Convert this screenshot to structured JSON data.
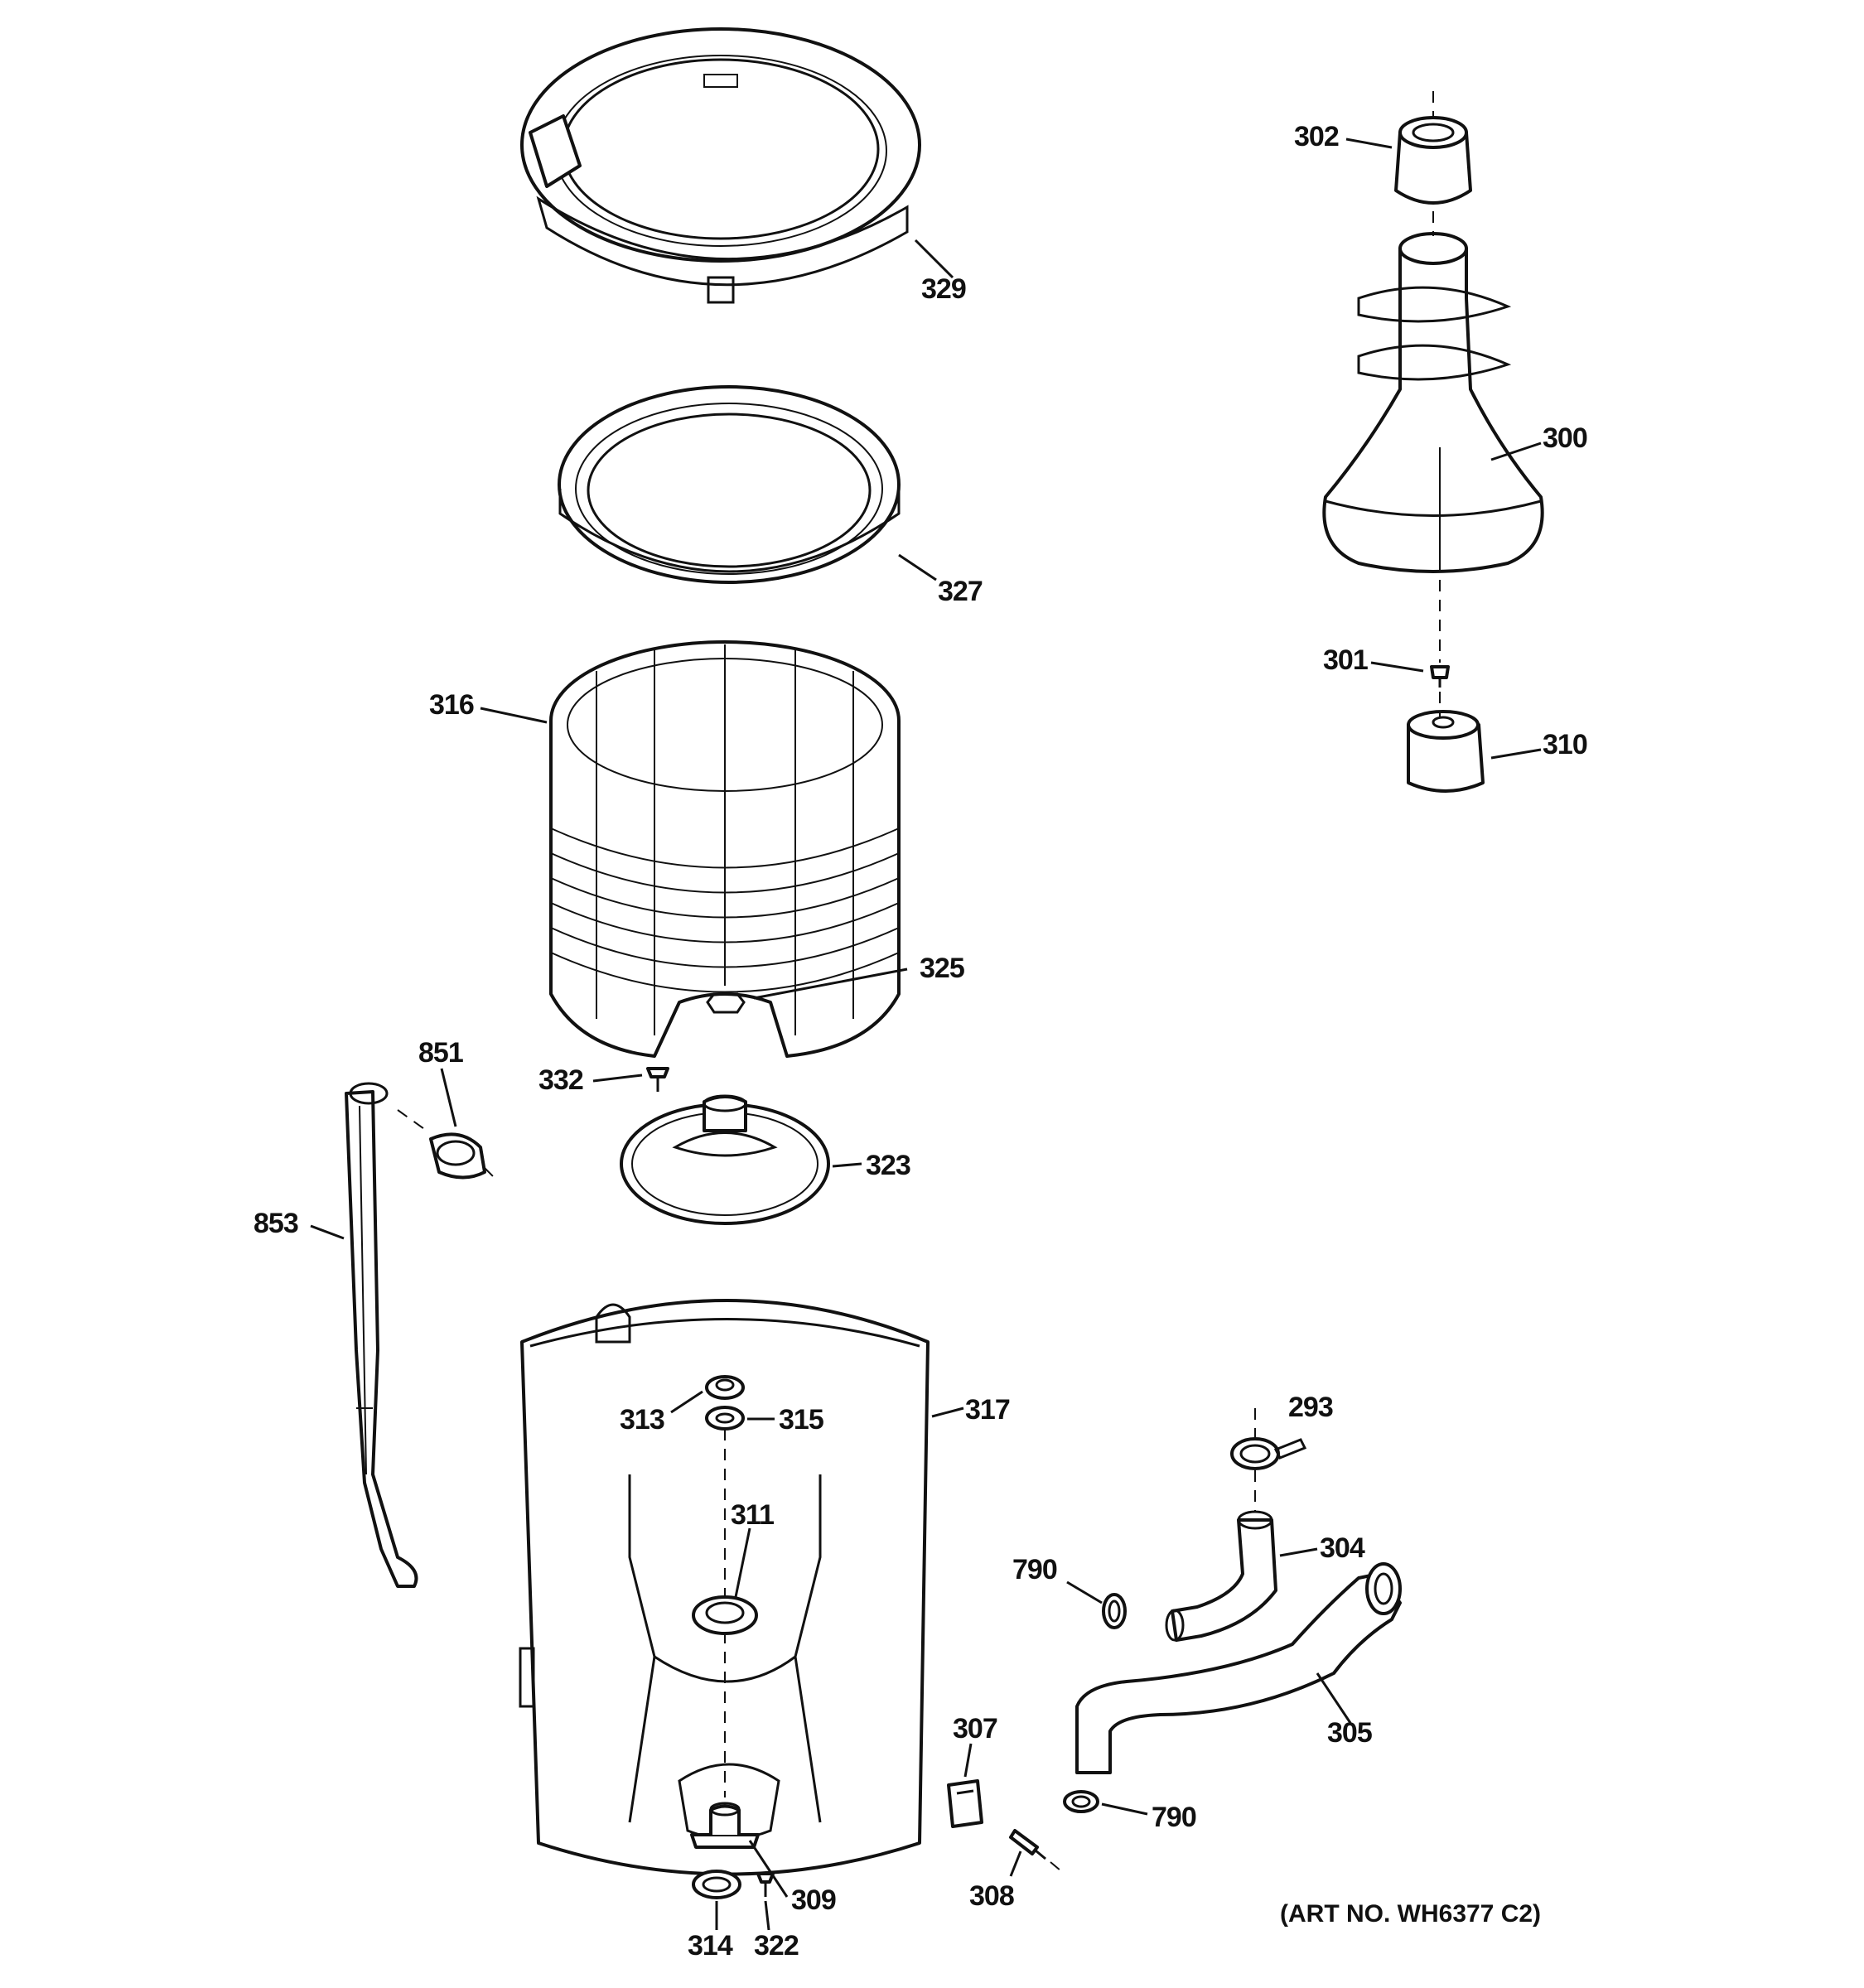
{
  "art_number": "(ART NO. WH6377 C2)",
  "callouts": [
    "329",
    "302",
    "300",
    "327",
    "301",
    "310",
    "316",
    "325",
    "851",
    "332",
    "323",
    "853",
    "313",
    "315",
    "317",
    "293",
    "311",
    "304",
    "790",
    "305",
    "307",
    "790",
    "308",
    "309",
    "314",
    "322"
  ]
}
